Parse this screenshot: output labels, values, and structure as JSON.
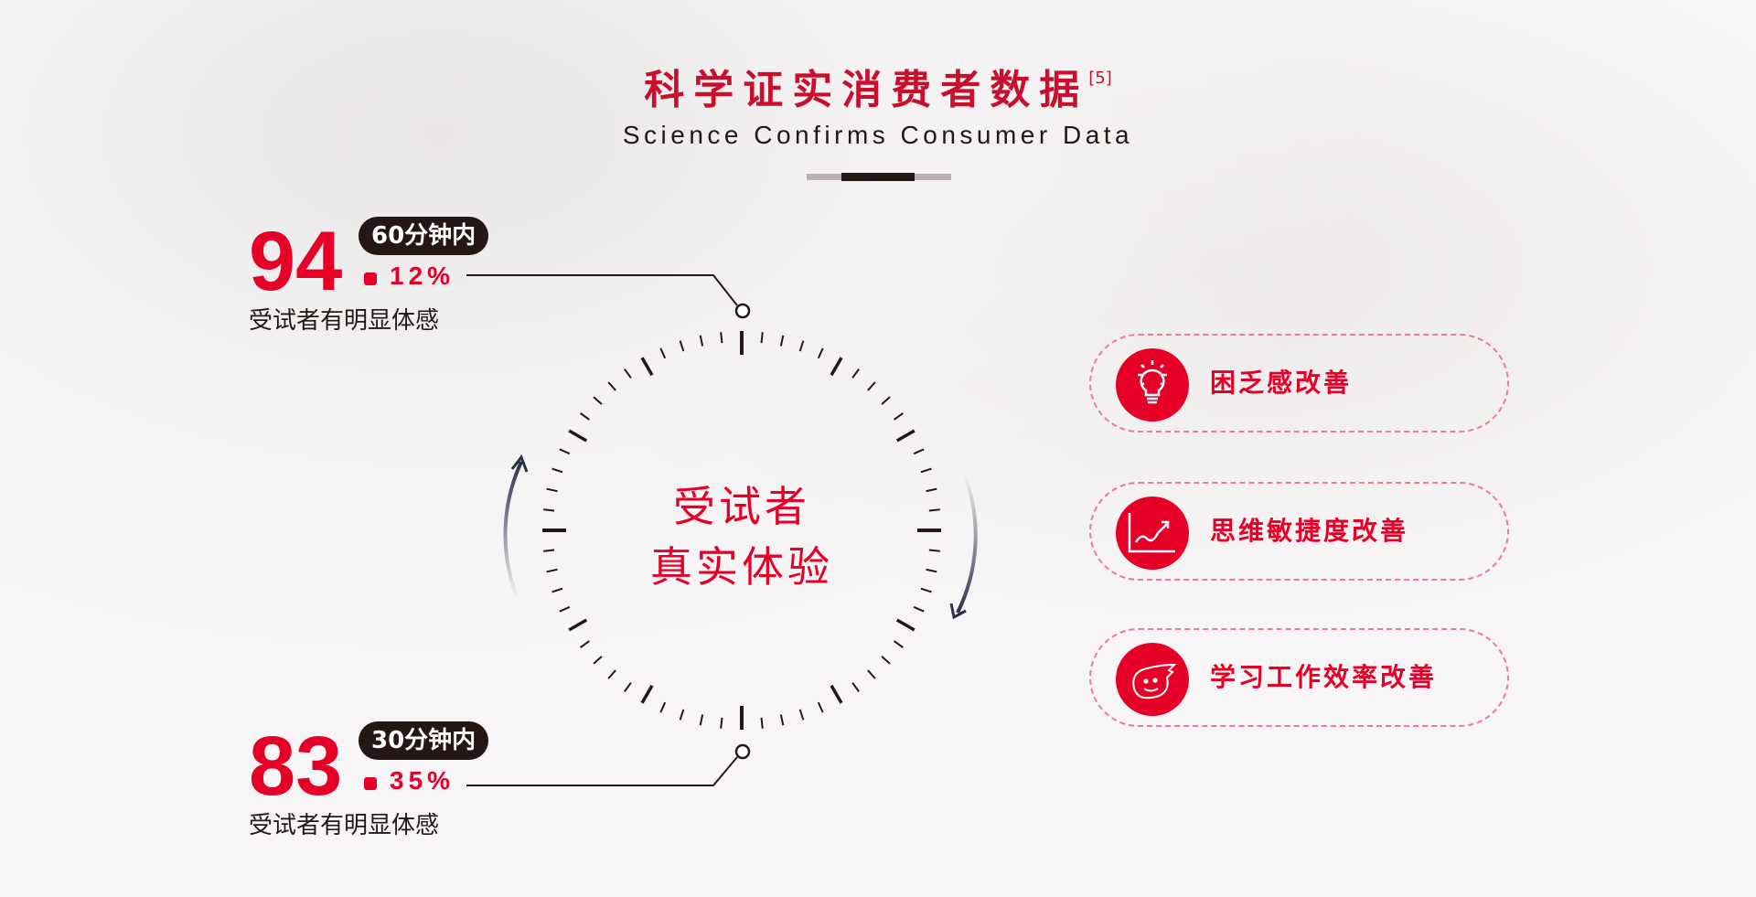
{
  "header": {
    "title_cn": "科学证实消费者数据",
    "ref": "[5]",
    "title_en": "Science Confirms Consumer Data"
  },
  "stats": [
    {
      "integer": "94",
      "decimal": "12%",
      "badge": "60分钟内",
      "caption": "受试者有明显体感"
    },
    {
      "integer": "83",
      "decimal": "35%",
      "badge": "30分钟内",
      "caption": "受试者有明显体感"
    }
  ],
  "center": {
    "line1": "受试者",
    "line2": "真实体验"
  },
  "benefits": [
    {
      "icon": "lightbulb-icon",
      "label": "困乏感改善"
    },
    {
      "icon": "chart-up-icon",
      "label": "思维敏捷度改善"
    },
    {
      "icon": "smiley-icon",
      "label": "学习工作效率改善"
    }
  ],
  "colors": {
    "accent": "#e60028",
    "dark": "#231815",
    "dash": "#ef7a8e"
  }
}
